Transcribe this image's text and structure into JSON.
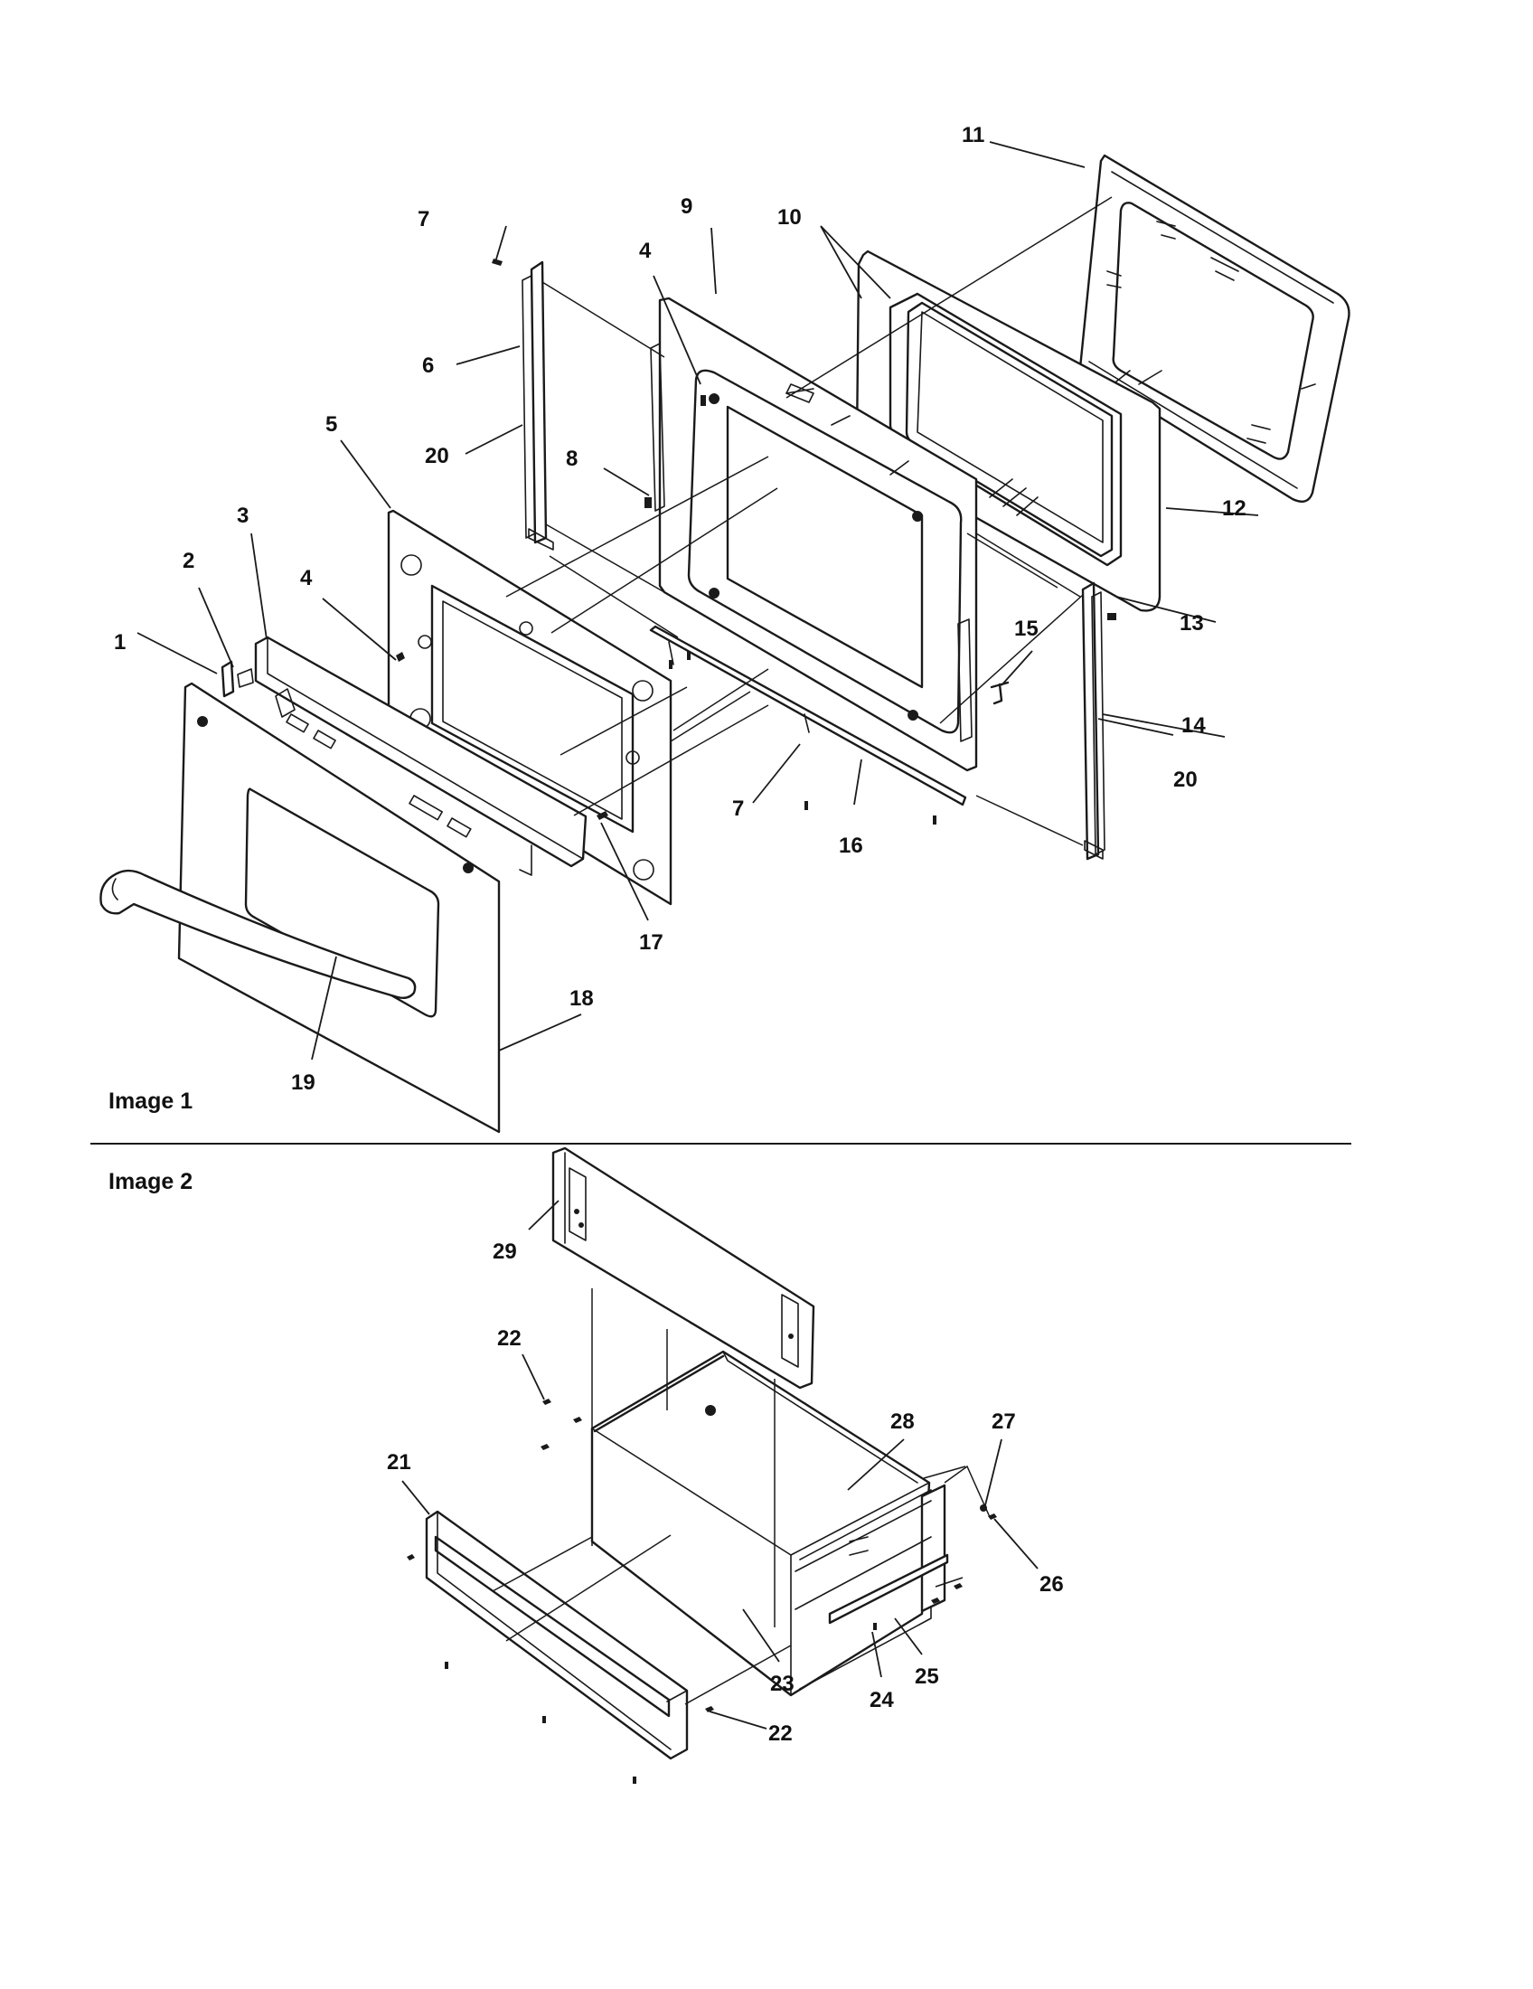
{
  "images": [
    {
      "caption": "Image 1"
    },
    {
      "caption": "Image 2"
    }
  ],
  "callouts": {
    "n1": "1",
    "n2": "2",
    "n3": "3",
    "n4a": "4",
    "n4b": "4",
    "n5": "5",
    "n6": "6",
    "n7a": "7",
    "n7b": "7",
    "n8": "8",
    "n9": "9",
    "n10": "10",
    "n11": "11",
    "n12": "12",
    "n13": "13",
    "n14": "14",
    "n15": "15",
    "n16": "16",
    "n17": "17",
    "n18": "18",
    "n19": "19",
    "n20a": "20",
    "n20b": "20",
    "n21": "21",
    "n22a": "22",
    "n22b": "22",
    "n23": "23",
    "n24": "24",
    "n25": "25",
    "n26": "26",
    "n27": "27",
    "n28": "28",
    "n29": "29"
  }
}
